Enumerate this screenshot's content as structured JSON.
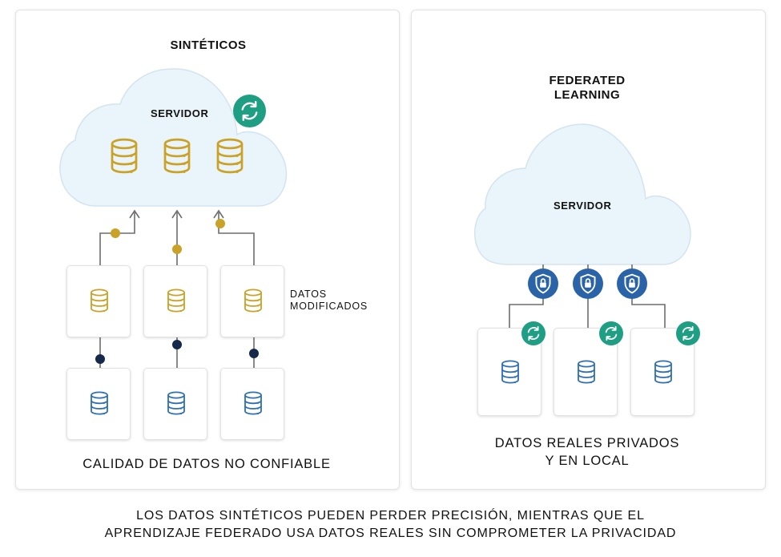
{
  "left": {
    "title": "SINTÉTICOS",
    "server_label": "SERVIDOR",
    "modified_label_line1": "DATOS",
    "modified_label_line2": "MODIFICADOS",
    "caption": "CALIDAD DE DATOS NO CONFIABLE"
  },
  "right": {
    "title_line1": "FEDERATED",
    "title_line2": "LEARNING",
    "server_label": "SERVIDOR",
    "caption_line1": "DATOS REALES PRIVADOS",
    "caption_line2": "Y EN LOCAL"
  },
  "footer": {
    "line1": "LOS DATOS SINTÉTICOS PUEDEN PERDER PRECISIÓN, MIENTRAS QUE EL",
    "line2": "APRENDIZAJE FEDERADO USA DATOS REALES SIN COMPROMETER LA PRIVACIDAD"
  },
  "colors": {
    "gold": "#c9a227",
    "navy": "#16294a",
    "blue": "#2f6fb6",
    "lock_blue": "#2a63a8",
    "green": "#1e9e82",
    "cloud_fill": "#eaf4fb",
    "cloud_stroke": "#d3e4f0",
    "line": "#6d6d6d"
  },
  "icons": {
    "sync": "sync-icon",
    "lock": "lock-shield-icon",
    "database": "database-icon"
  }
}
